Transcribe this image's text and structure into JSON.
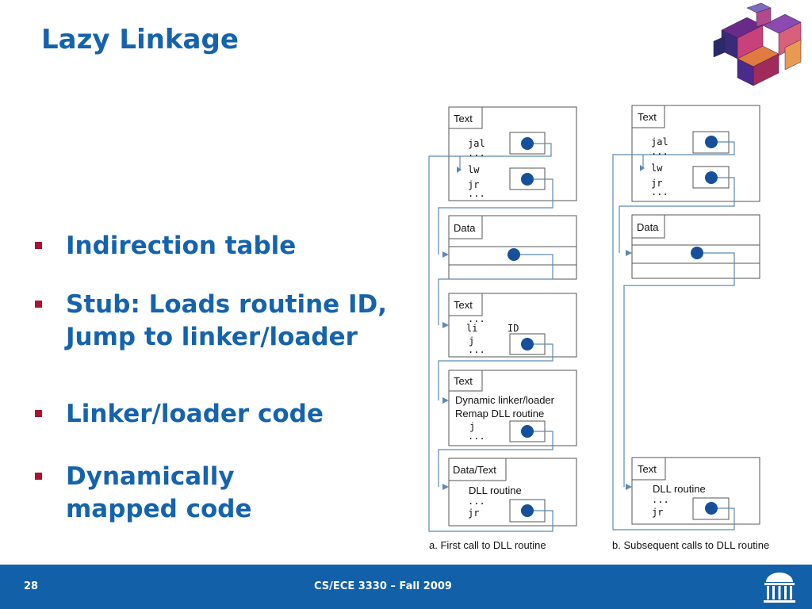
{
  "slide": {
    "title": "Lazy Linkage",
    "page_number": "28",
    "course": "CS/ECE 3330 – Fall 2009"
  },
  "bullets": [
    {
      "line1": "Indirection table",
      "line2": ""
    },
    {
      "line1": "Stub: Loads routine ID,",
      "line2": "Jump to linker/loader"
    },
    {
      "line1": "Linker/loader code",
      "line2": ""
    },
    {
      "line1": "Dynamically",
      "line2": "mapped code"
    }
  ],
  "diagram": {
    "left": {
      "caption": "a. First call to DLL routine",
      "text1": {
        "header": "Text",
        "jal": "jal",
        "dots1": "...",
        "lw": "lw",
        "jr": "jr",
        "dots2": "..."
      },
      "data": {
        "header": "Data"
      },
      "text2": {
        "header": "Text",
        "dots1": "...",
        "li": "li",
        "id": "ID",
        "j": "j",
        "dots2": "..."
      },
      "text3": {
        "header": "Text",
        "line1": "Dynamic linker/loader",
        "line2": "Remap DLL routine",
        "j": "j",
        "dots": "..."
      },
      "datatext": {
        "header": "Data/Text",
        "line1": "DLL routine",
        "dots": "...",
        "jr": "jr"
      }
    },
    "right": {
      "caption": "b. Subsequent calls to DLL routine",
      "text1": {
        "header": "Text",
        "jal": "jal",
        "dots1": "...",
        "lw": "lw",
        "jr": "jr",
        "dots2": "..."
      },
      "data": {
        "header": "Data"
      },
      "text4": {
        "header": "Text",
        "line1": "DLL routine",
        "dots": "...",
        "jr": "jr"
      }
    }
  },
  "colors": {
    "accent": "#1563ad",
    "bullet": "#b0112f",
    "footer": "#1160a8",
    "diagram_line": "#5a8ab5",
    "dot": "#17509a"
  },
  "icons": [
    "cube-logo-icon",
    "rotunda-logo-icon"
  ]
}
